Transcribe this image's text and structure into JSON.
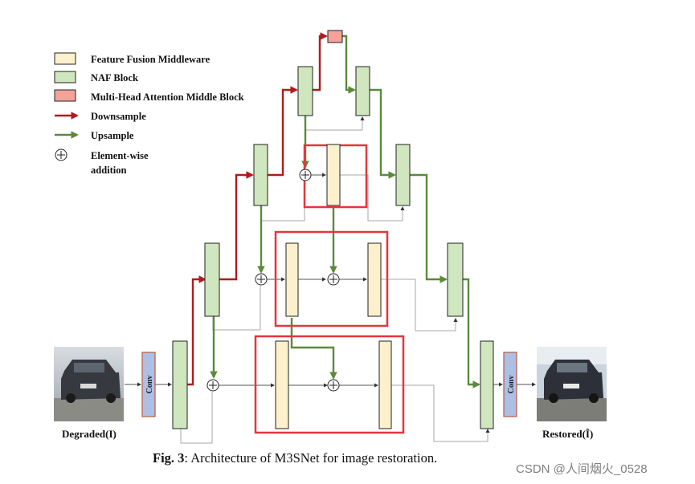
{
  "legend": {
    "ffm_label": "Feature Fusion Middleware",
    "naf_label": "NAF Block",
    "mha_label": "Multi-Head Attention Middle Block",
    "down_label": "Downsample",
    "up_label": "Upsample",
    "add_label_line1": "Element-wise",
    "add_label_line2": "addition"
  },
  "blocks": {
    "conv_label": "Conv"
  },
  "io": {
    "input_label": "Degraded(I)",
    "output_label": "Restored(Î)"
  },
  "caption": {
    "prefix": "Fig. 3",
    "text": ": Architecture of M3SNet for image restoration."
  },
  "watermark": "CSDN @人间烟火_0528",
  "colors": {
    "naf": "#cfe6be",
    "ffm": "#fdf0cc",
    "mha": "#f4a29a",
    "downsample": "#b21a1a",
    "upsample": "#5a8a3a",
    "frame": "#e2373c",
    "conv": "#aebfe6"
  }
}
